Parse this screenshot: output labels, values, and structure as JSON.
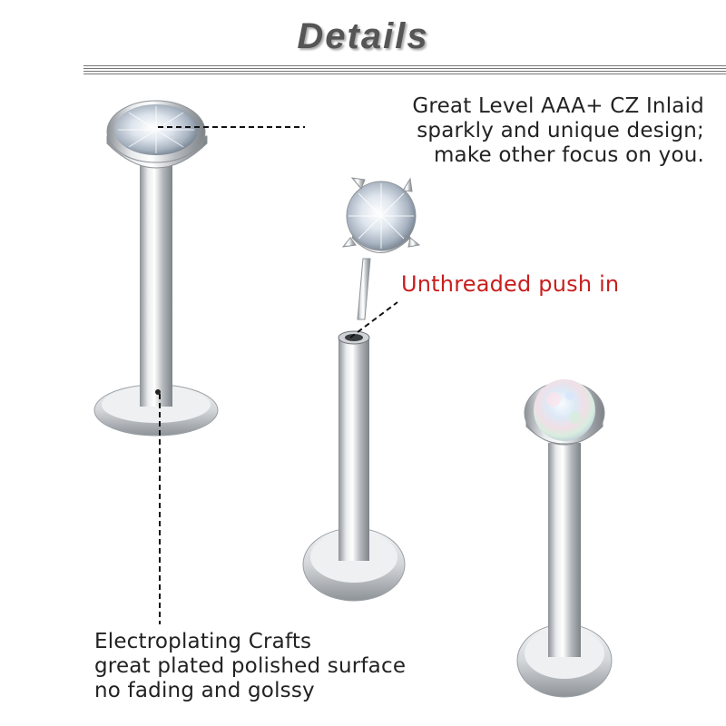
{
  "title": "Details",
  "callouts": {
    "top": [
      "Great Level AAA+ CZ Inlaid",
      "sparkly and unique design;",
      "make other focus on you."
    ],
    "middle": "Unthreaded push in",
    "bottom": [
      "Electroplating Crafts",
      "great plated polished surface",
      "no fading and golssy"
    ]
  },
  "colors": {
    "title": "#555555",
    "highlight": "#c81e1e",
    "text": "#222222",
    "metal": "#c8ccd0"
  }
}
